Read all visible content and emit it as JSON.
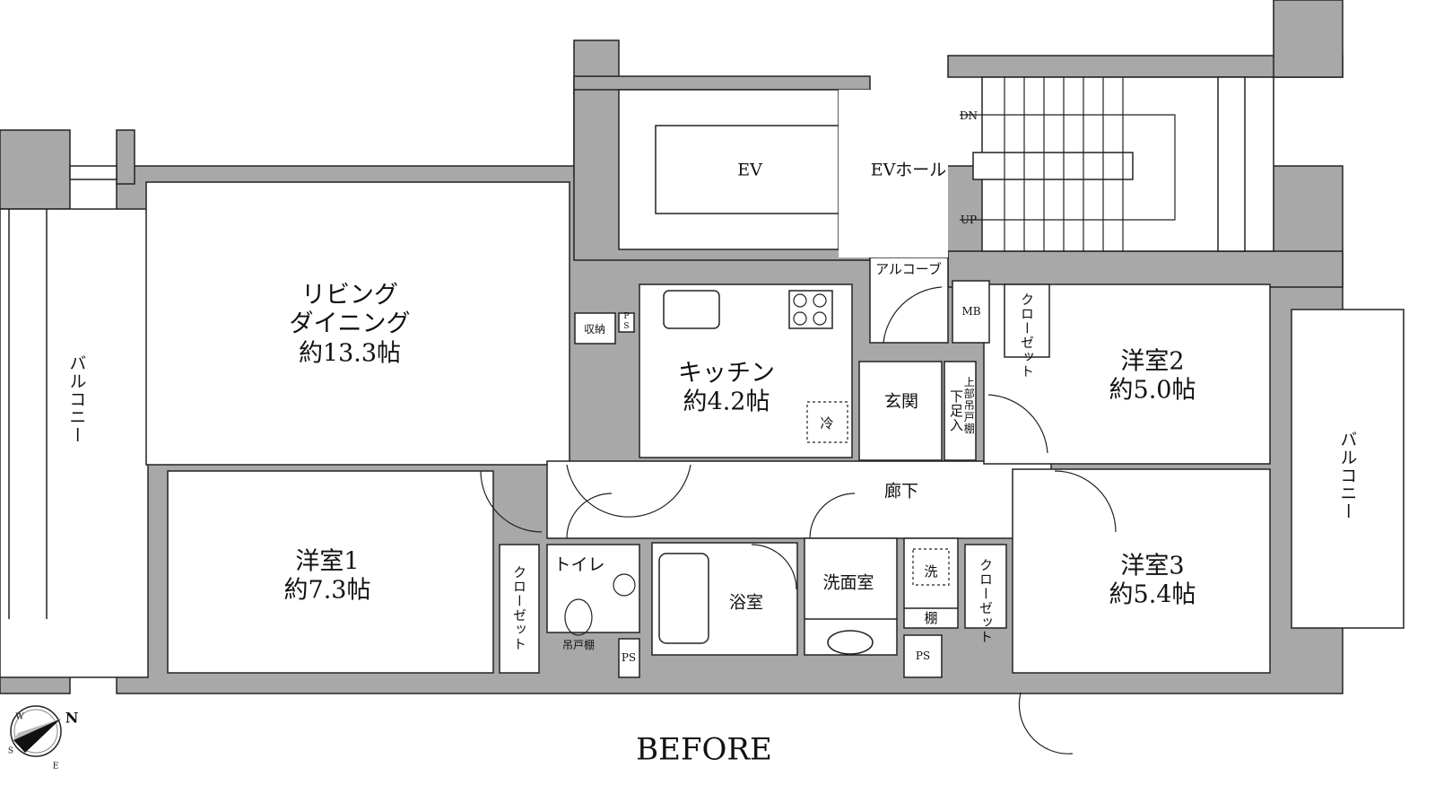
{
  "plan_title": "BEFORE",
  "colors": {
    "wall": "#a8a8a8",
    "line": "#222222",
    "floor": "#ffffff"
  },
  "rooms": {
    "living": {
      "name1": "リビング",
      "name2": "ダイニング",
      "size": "約13.3帖"
    },
    "kitchen": {
      "name": "キッチン",
      "size": "約4.2帖"
    },
    "room1": {
      "name": "洋室1",
      "size": "約7.3帖"
    },
    "room2": {
      "name": "洋室2",
      "size": "約5.0帖"
    },
    "room3": {
      "name": "洋室3",
      "size": "約5.4帖"
    },
    "entrance": "玄関",
    "corridor": "廊下",
    "toilet": "トイレ",
    "bath": "浴室",
    "washroom": "洗面室",
    "alcove": "アルコーブ",
    "ev": "EV",
    "ev_hall": "EVホール",
    "balcony_left": "バルコニー",
    "balcony_right": "バルコニー"
  },
  "fixtures": {
    "storage": "収納",
    "ps_small": "PS",
    "ps1": "PS",
    "ps2": "PS",
    "mb": "MB",
    "closet_room1": "クローゼット",
    "closet_room2": "クローゼット",
    "closet_room3": "クローゼット",
    "shoe_storage_a": "下足入",
    "shoe_storage_b": "上部吊戸棚",
    "toilet_cabinet": "吊戸棚",
    "fridge": "冷",
    "washer": "洗",
    "shelf": "棚",
    "stairs_down": "DN",
    "stairs_up": "UP"
  },
  "compass": {
    "n": "N",
    "s": "S",
    "w": "W",
    "e": "E"
  }
}
